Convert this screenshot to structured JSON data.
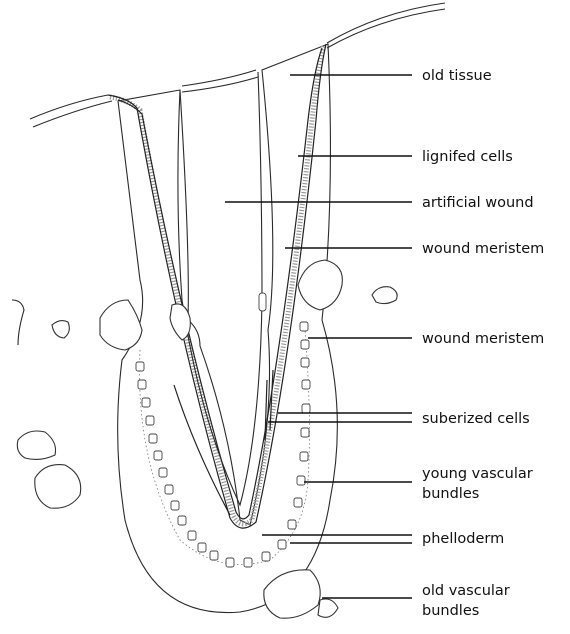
{
  "labels": {
    "old_tissue": "old tissue",
    "lignified_cells": "lignifed cells",
    "artificial_wound": "artificial wound",
    "wound_meristem_1": "wound meristem",
    "wound_meristem_2": "wound meristem",
    "suberized_cells": "suberized cells",
    "young_vascular_bundles_line1": "young vascular",
    "young_vascular_bundles_line2": "bundles",
    "phelloderm": "phelloderm",
    "old_vascular_bundles_line1": "old vascular",
    "old_vascular_bundles_line2": "bundles"
  }
}
